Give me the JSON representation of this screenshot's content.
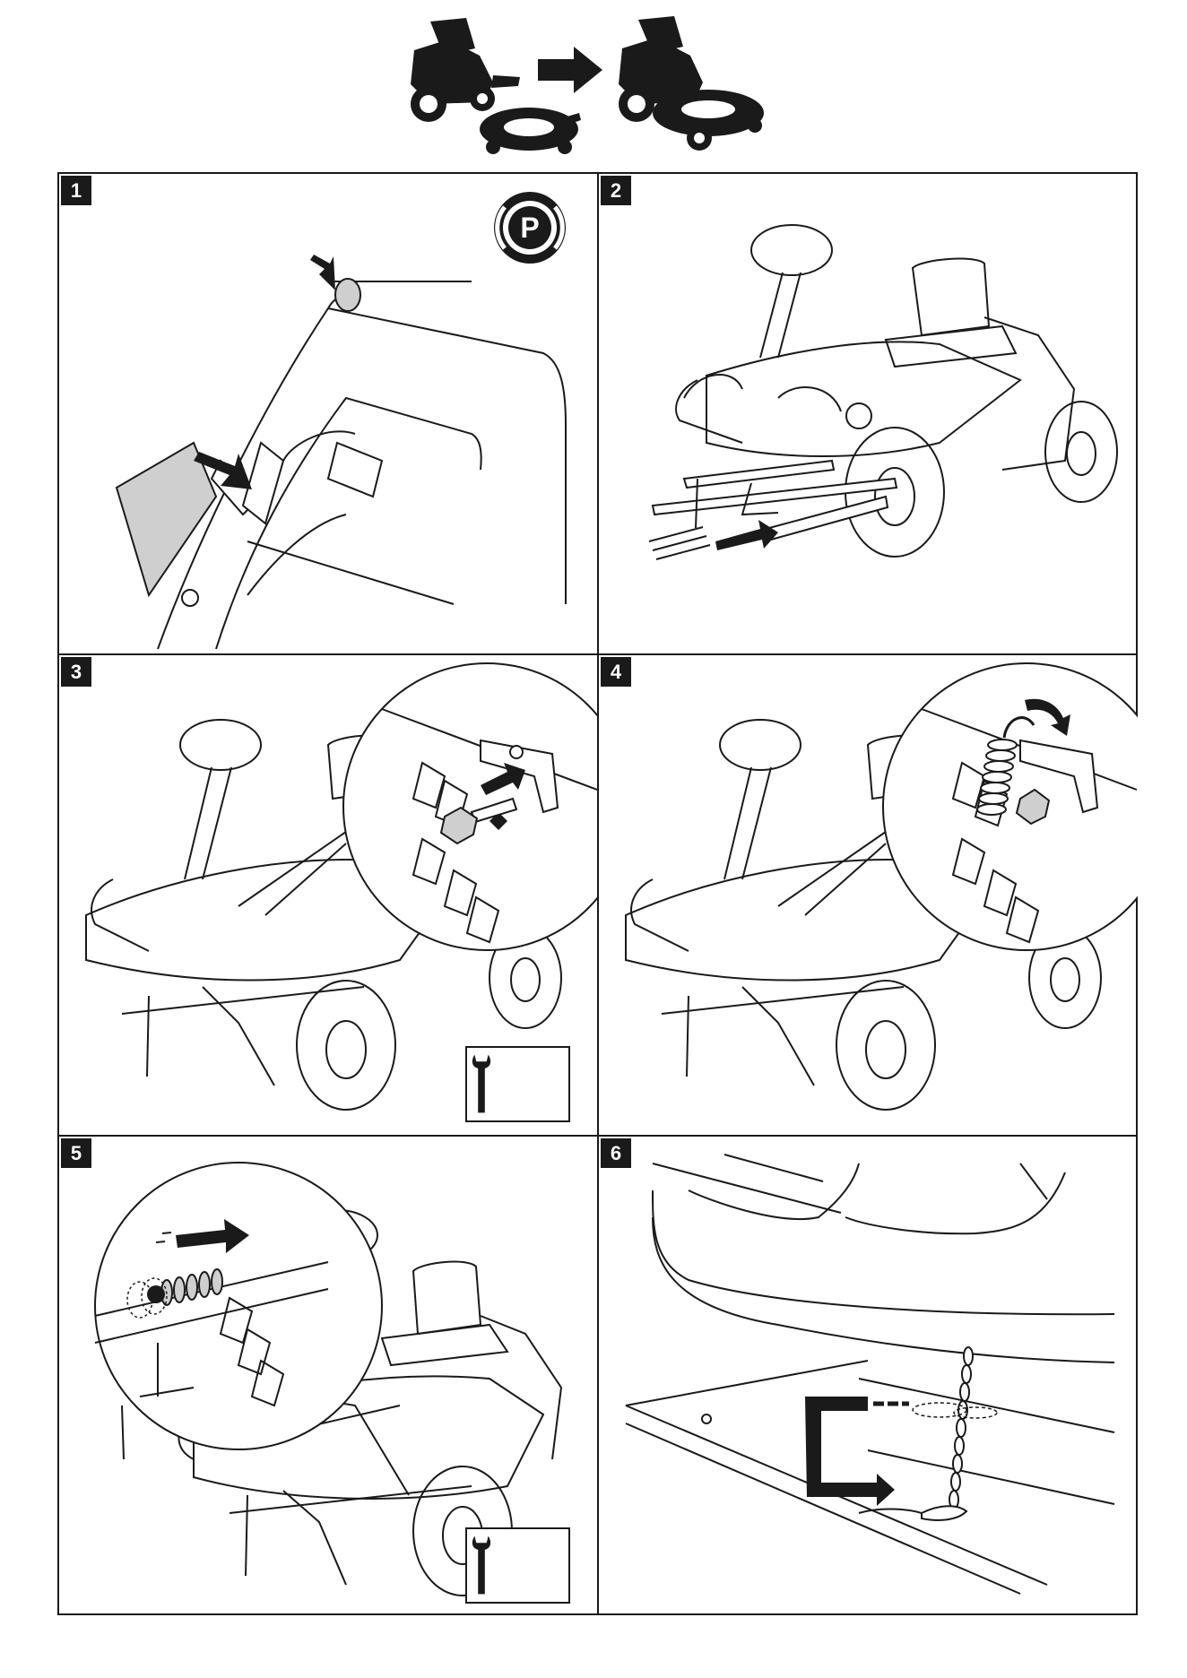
{
  "panels": [
    {
      "step": "1",
      "icon": "parking-brake-icon"
    },
    {
      "step": "2",
      "icon": "mower-deck-slide-in-icon"
    },
    {
      "step": "3",
      "icon": "bolt-insert-icon"
    },
    {
      "step": "4",
      "icon": "spring-hook-icon"
    },
    {
      "step": "5",
      "icon": "spring-tension-icon"
    },
    {
      "step": "6",
      "icon": "chain-hook-icon"
    }
  ],
  "parking_symbol": "P",
  "tool_icon": "wrench-icon",
  "colors": {
    "ink": "#1a1a1a",
    "fill_gray": "#cfcfcf",
    "paper": "#ffffff"
  }
}
